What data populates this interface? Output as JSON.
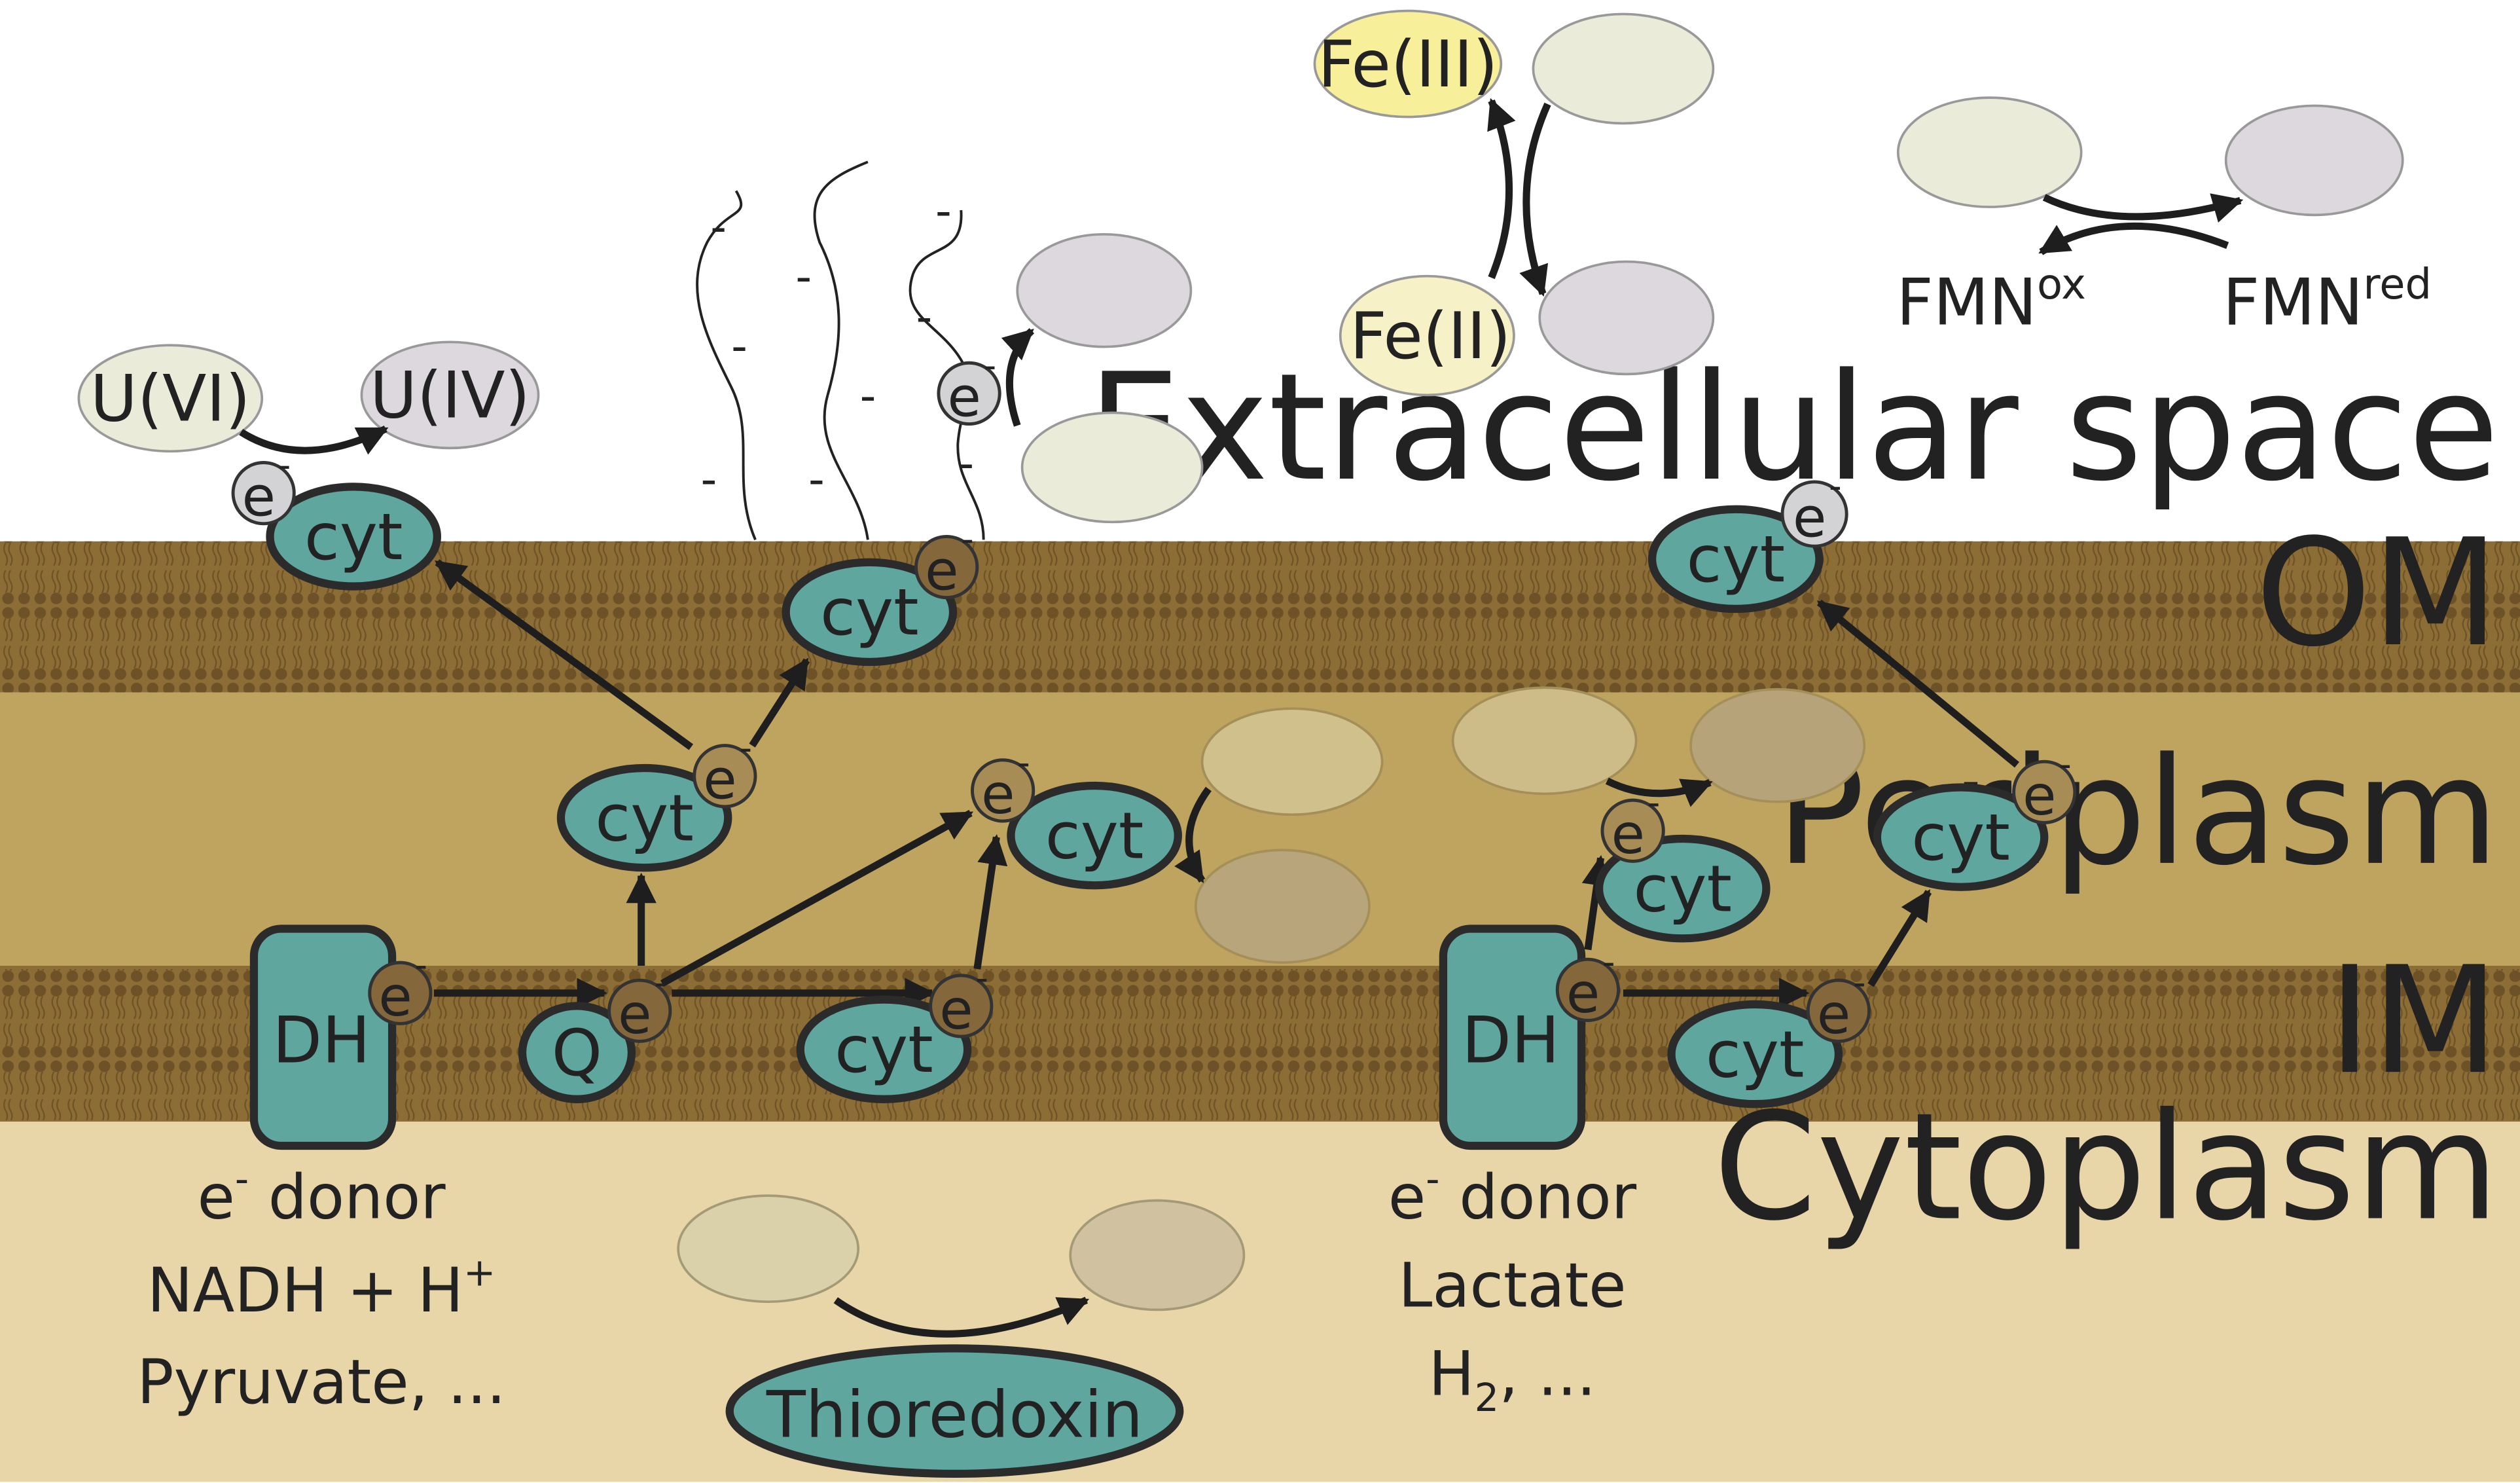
{
  "regions": {
    "extracellular": "Extracellular space",
    "om": "OM",
    "periplasm": "Periplasm",
    "im": "IM",
    "cytoplasm": "Cytoplasm"
  },
  "labels": {
    "cyt": "cyt",
    "dh": "DH",
    "q": "Q",
    "thioredoxin": "Thioredoxin",
    "electron": "e",
    "electron_charge": "-",
    "u6": "U(VI)",
    "u4": "U(IV)",
    "fe3": "Fe(III)",
    "fe2": "Fe(II)",
    "fmn": "FMN",
    "fmn_ox_sup": "ox",
    "fmn_red_sup": "red",
    "pilus_charge": "-"
  },
  "donors_left": {
    "title_e": "e",
    "title_charge": "-",
    "title_word": " donor",
    "line2_main": "NADH + H",
    "line2_sup": "+",
    "line3": "Pyruvate, ..."
  },
  "donors_right": {
    "title_e": "e",
    "title_charge": "-",
    "title_word": " donor",
    "line2": "Lactate",
    "line3_main": "H",
    "line3_sub": "2",
    "line3_tail": ", ..."
  },
  "colors": {
    "membrane": "#8c6d35",
    "periplasm": "#bea45e",
    "cytoplasm": "#e8d6a8",
    "protein": "#5fa79e",
    "fe3": "#f7ef9a",
    "fe2": "#f6f1c6",
    "oxidized": "#eaecd9",
    "reduced": "#dcd8de"
  }
}
